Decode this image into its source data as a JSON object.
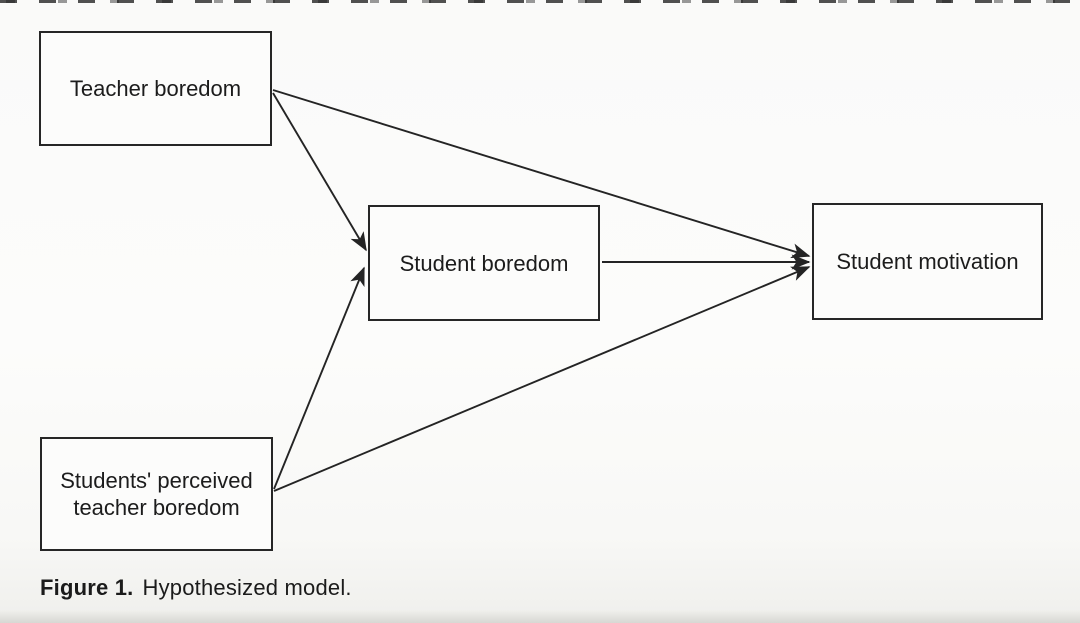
{
  "figure": {
    "caption": {
      "label": "Figure 1.",
      "text": "Hypothesized model."
    }
  },
  "diagram": {
    "type": "path-model",
    "nodes": [
      {
        "id": "teacher-boredom",
        "label": "Teacher boredom"
      },
      {
        "id": "student-boredom",
        "label": "Student boredom"
      },
      {
        "id": "student-motivation",
        "label": "Student motivation"
      },
      {
        "id": "students-perceived-teacher-boredom",
        "label": "Students' perceived teacher boredom"
      }
    ],
    "edges": [
      {
        "from": "teacher-boredom",
        "to": "student-boredom"
      },
      {
        "from": "teacher-boredom",
        "to": "student-motivation"
      },
      {
        "from": "students-perceived-teacher-boredom",
        "to": "student-boredom"
      },
      {
        "from": "students-perceived-teacher-boredom",
        "to": "student-motivation"
      },
      {
        "from": "student-boredom",
        "to": "student-motivation"
      }
    ],
    "colors": {
      "line": "#242424",
      "box_border": "#262626",
      "text": "#1c1c1c",
      "background": "#fbfbfa"
    }
  }
}
